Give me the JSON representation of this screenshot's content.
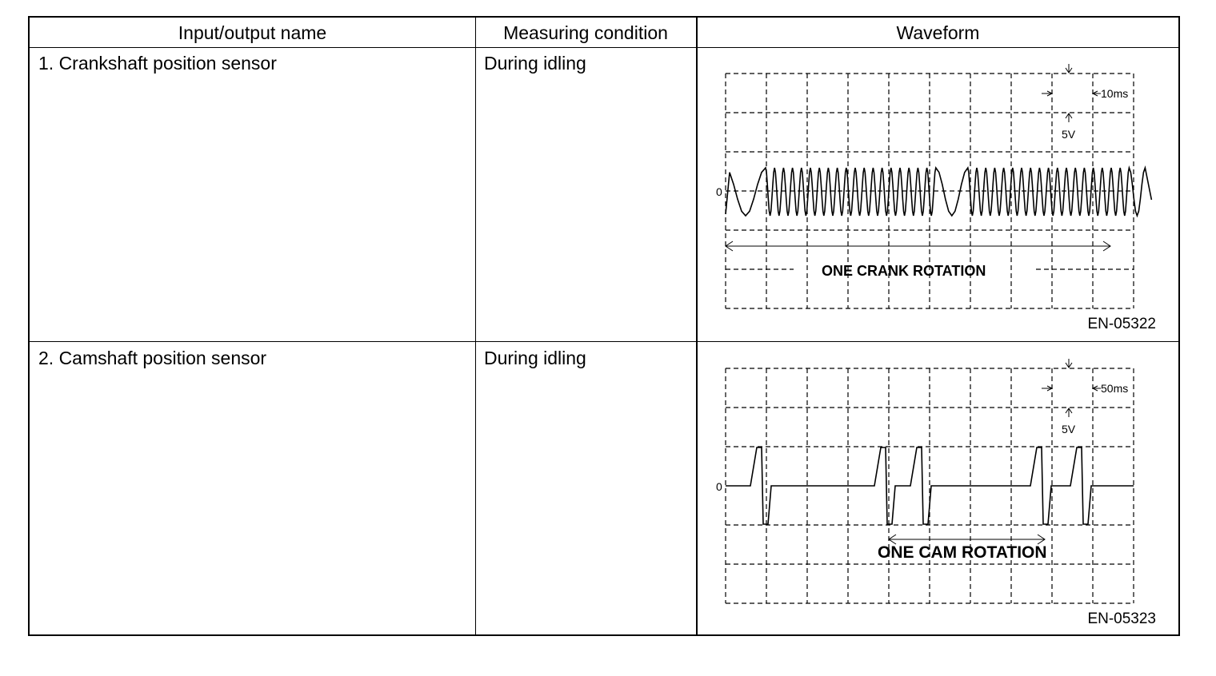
{
  "table": {
    "headers": {
      "name": "Input/output name",
      "condition": "Measuring condition",
      "waveform": "Waveform"
    },
    "rows": [
      {
        "name": "1. Crankshaft position sensor",
        "condition": "During idling",
        "figure": {
          "time_label": "10ms",
          "volt_label": "5V",
          "zero_label": "0",
          "rotation_label": "ONE CRANK ROTATION",
          "figure_id": "EN-05322"
        }
      },
      {
        "name": "2. Camshaft position sensor",
        "condition": "During idling",
        "figure": {
          "time_label": "50ms",
          "volt_label": "5V",
          "zero_label": "0",
          "rotation_label": "ONE CAM ROTATION",
          "figure_id": "EN-05323"
        }
      }
    ]
  }
}
